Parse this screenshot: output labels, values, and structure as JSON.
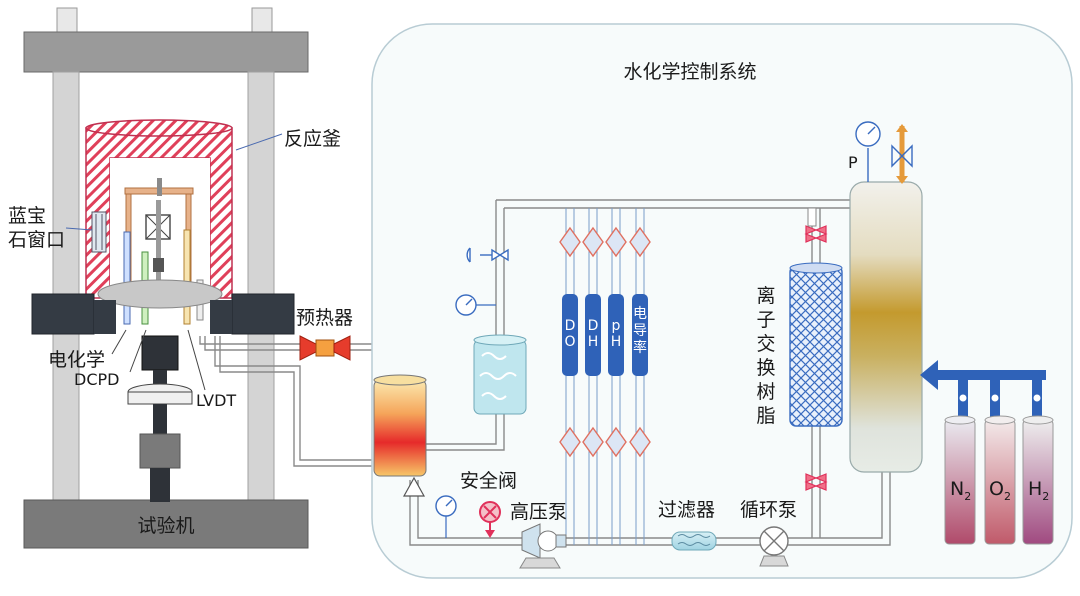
{
  "labels": {
    "system_title": "水化学控制系统",
    "reactor": "反应釜",
    "sapphire_window": [
      "蓝宝",
      "石窗口"
    ],
    "electrochem": "电化学",
    "dcpd": "DCPD",
    "lvdt": "LVDT",
    "test_machine": "试验机",
    "preheater": "预热器",
    "ion_exchange": [
      "离",
      "子",
      "交",
      "换",
      "树",
      "脂"
    ],
    "pressure_p": "P",
    "safety_valve": "安全阀",
    "hp_pump": "高压泵",
    "filter": "过滤器",
    "circ_pump": "循环泵"
  },
  "sensors": [
    {
      "chars": [
        "D",
        "O"
      ]
    },
    {
      "chars": [
        "D",
        "H"
      ]
    },
    {
      "chars": [
        "p",
        "H"
      ]
    },
    {
      "chars": [
        "电",
        "导",
        "率"
      ]
    }
  ],
  "gases": [
    {
      "symbol": "N",
      "sub": "2"
    },
    {
      "symbol": "O",
      "sub": "2"
    },
    {
      "symbol": "H",
      "sub": "2"
    }
  ],
  "colors": {
    "frame": "#6f6f6f",
    "column": "#d0d0d0",
    "pipe": "#8a8a8a",
    "sensor_blue": "#2f62b8",
    "arrow_blue": "#2f62b8",
    "valve_red": "#e0305a",
    "panel_border": "#b8ccd4",
    "panel_bg": "#f5fafa"
  }
}
